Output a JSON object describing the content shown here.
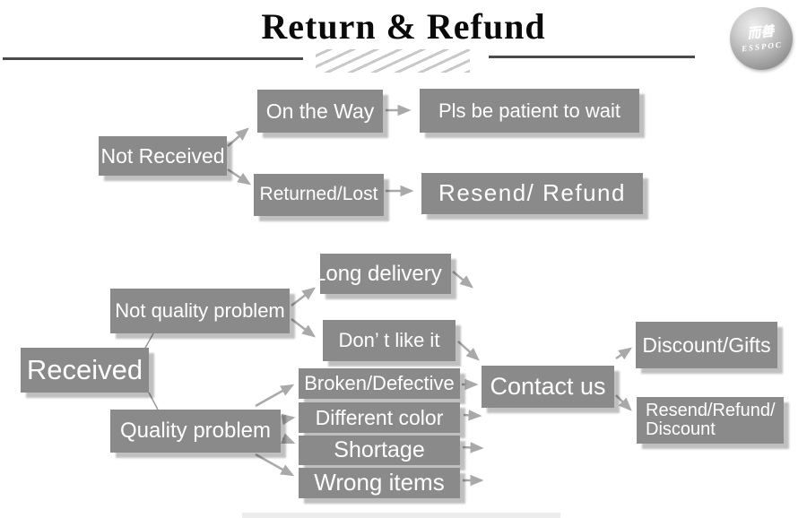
{
  "header": {
    "title": "Return & Refund",
    "logo": {
      "cjk": "而善",
      "brand": "ESSPOC"
    }
  },
  "colors": {
    "box_fill": "#8a8a8a",
    "box_text": "#ffffff",
    "arrow": "#a9a9a9",
    "divider": "#4a4a4a"
  },
  "flow": {
    "top": {
      "not_received": "Not Received",
      "on_the_way": "On the Way",
      "pls_be_patient": "Pls be patient to wait",
      "returned_lost": "Returned/Lost",
      "resend_refund": "Resend/ Refund"
    },
    "bottom": {
      "received": "Received",
      "not_quality_problem": "Not quality problem",
      "long_delivery": "Long delivery",
      "dont_like_it": "Don’ t like it",
      "quality_problem": "Quality problem",
      "broken_defective": "Broken/Defective",
      "different_color": "Different color",
      "shortage": "Shortage",
      "wrong_items": "Wrong items",
      "contact_us": "Contact us",
      "discount_gifts": "Discount/Gifts",
      "resend_refund_discount": {
        "line1": "Resend/Refund/",
        "line2": "Discount"
      }
    }
  }
}
